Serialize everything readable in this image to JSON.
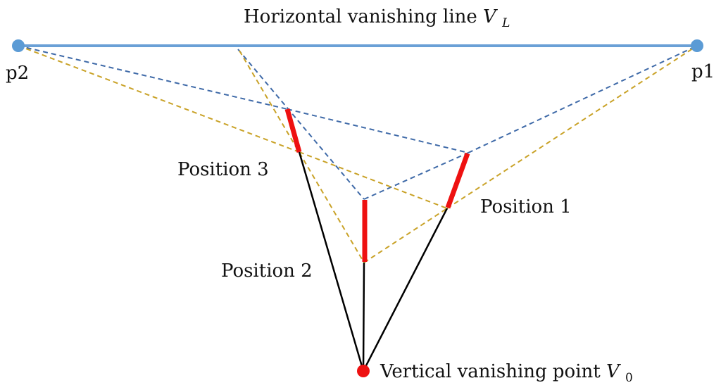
{
  "title": {
    "text": "Horizontal vanishing line ",
    "symbol": "V",
    "subscript": "L"
  },
  "points": {
    "p1_label": "p1",
    "p2_label": "p2"
  },
  "positions": {
    "pos1_label": "Position 1",
    "pos2_label": "Position 2",
    "pos3_label": "Position 3"
  },
  "vertical_vp": {
    "text": "Vertical vanishing point ",
    "symbol": "V",
    "subscript": "0"
  },
  "colors": {
    "horizon_line": "#6aa0d6",
    "endpoints": "#5b9bd5",
    "blue_dashed": "#3f6aa8",
    "gold_dashed": "#c9a227",
    "segments": "#ee1111",
    "black_lines": "#000000",
    "vp_dot": "#ee1111"
  }
}
